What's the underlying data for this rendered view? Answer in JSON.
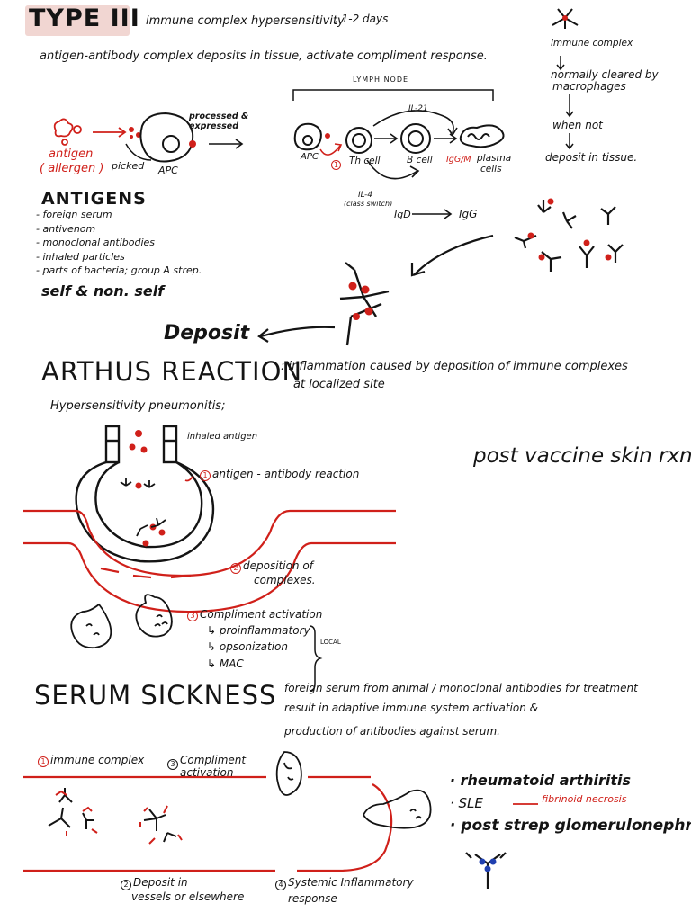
{
  "title": {
    "type_label": "TYPE",
    "type_numeral": "III",
    "subtitle": "immune complex hypersensitivity",
    "timing": ", 1-2 days",
    "definition": "antigen-antibody complex deposits in tissue, activate compliment response."
  },
  "clearance": {
    "immune_complex": "immune complex",
    "cleared": "normally cleared by",
    "macrophages": "macrophages",
    "when_not": "when not",
    "deposit": "deposit in tissue."
  },
  "pathway": {
    "antigen": "antigen",
    "allergen": "( allergen )",
    "picked": "picked",
    "apc": "APC",
    "processed": "processed &",
    "expressed": "expressed",
    "lymph_node": "LYMPH NODE",
    "apc2": "APC",
    "step1": "1",
    "th_cell": "Th cell",
    "b_cell": "B cell",
    "il21": "IL-21",
    "igg_igm": "IgG/M",
    "plasma": "plasma",
    "cells": "cells",
    "il4": "IL-4",
    "class_switch": "(class switch)",
    "igd": "IgD",
    "igg": "IgG"
  },
  "antigens": {
    "heading": "ANTIGENS",
    "items": [
      "- foreign serum",
      "- antivenom",
      "- monoclonal antibodies",
      "- inhaled particles",
      "- parts of bacteria; group A strep."
    ],
    "self": "self & non. self"
  },
  "deposit_label": "Deposit",
  "arthus": {
    "heading": "ARTHUS REACTION",
    "definition_1": ": inflammation caused by deposition of immune complexes",
    "definition_2": "at localized site",
    "pneumonitis": "Hypersensitivity pneumonitis;",
    "inhaled": "inhaled antigen",
    "step1_num": "1",
    "step1": "antigen - antibody reaction",
    "step2_num": "2",
    "step2a": "deposition of",
    "step2b": "complexes.",
    "step3_num": "3",
    "step3": "Compliment activation",
    "sub1": "↳ proinflammatory",
    "sub2": "↳ opsonization",
    "sub3": "↳ MAC",
    "local": "LOCAL",
    "post_vaccine": "post vaccine skin rxn."
  },
  "serum": {
    "heading": "SERUM SICKNESS",
    "definition_1": "foreign serum from animal / monoclonal antibodies for treatment",
    "definition_2": "result in adaptive immune system activation &",
    "definition_3": "production of antibodies against serum.",
    "step1_num": "1",
    "step1": "immune complex",
    "step3_num": "3",
    "step3a": "Compliment",
    "step3b": "activation",
    "step2_num": "2",
    "step2a": "Deposit in",
    "step2b": "vessels or elsewhere",
    "step4_num": "4",
    "step4a": "Systemic Inflammatory",
    "step4b": "response",
    "examples": [
      "· rheumatoid arthiritis",
      "· SLE",
      "· post strep glomerulonephritis"
    ],
    "fibrinoid": "fibrinoid necrosis"
  },
  "colors": {
    "ink": "#141414",
    "accent": "#d0201a",
    "blue": "#1f3fb0"
  }
}
